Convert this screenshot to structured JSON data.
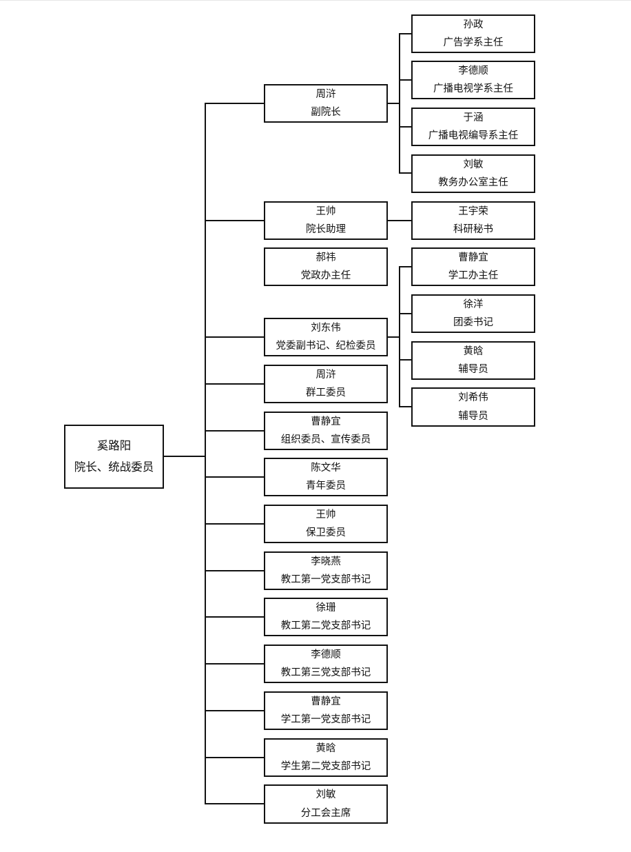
{
  "root": {
    "name": "奚路阳",
    "title": "院长、统战委员"
  },
  "level1": [
    {
      "name": "周浒",
      "title": "副院长"
    },
    {
      "name": "王帅",
      "title": "院长助理"
    },
    {
      "name": "郝祎",
      "title": "党政办主任"
    },
    {
      "name": "刘东伟",
      "title": "党委副书记、纪检委员"
    },
    {
      "name": "周浒",
      "title": "群工委员"
    },
    {
      "name": "曹静宜",
      "title": "组织委员、宣传委员"
    },
    {
      "name": "陈文华",
      "title": "青年委员"
    },
    {
      "name": "王帅",
      "title": "保卫委员"
    },
    {
      "name": "李晓燕",
      "title": "教工第一党支部书记"
    },
    {
      "name": "徐珊",
      "title": "教工第二党支部书记"
    },
    {
      "name": "李德顺",
      "title": "教工第三党支部书记"
    },
    {
      "name": "曹静宜",
      "title": "学工第一党支部书记"
    },
    {
      "name": "黄晗",
      "title": "学生第二党支部书记"
    },
    {
      "name": "刘敏",
      "title": "分工会主席"
    }
  ],
  "level2": {
    "vice_dean": [
      {
        "name": "孙政",
        "title": "广告学系主任"
      },
      {
        "name": "李德顺",
        "title": "广播电视学系主任"
      },
      {
        "name": "于涵",
        "title": "广播电视编导系主任"
      },
      {
        "name": "刘敏",
        "title": "教务办公室主任"
      }
    ],
    "dean_assistant": [
      {
        "name": "王宇荣",
        "title": "科研秘书"
      }
    ],
    "deputy_secretary": [
      {
        "name": "曹静宜",
        "title": "学工办主任"
      },
      {
        "name": "徐洋",
        "title": "团委书记"
      },
      {
        "name": "黄晗",
        "title": "辅导员"
      },
      {
        "name": "刘希伟",
        "title": "辅导员"
      }
    ]
  }
}
